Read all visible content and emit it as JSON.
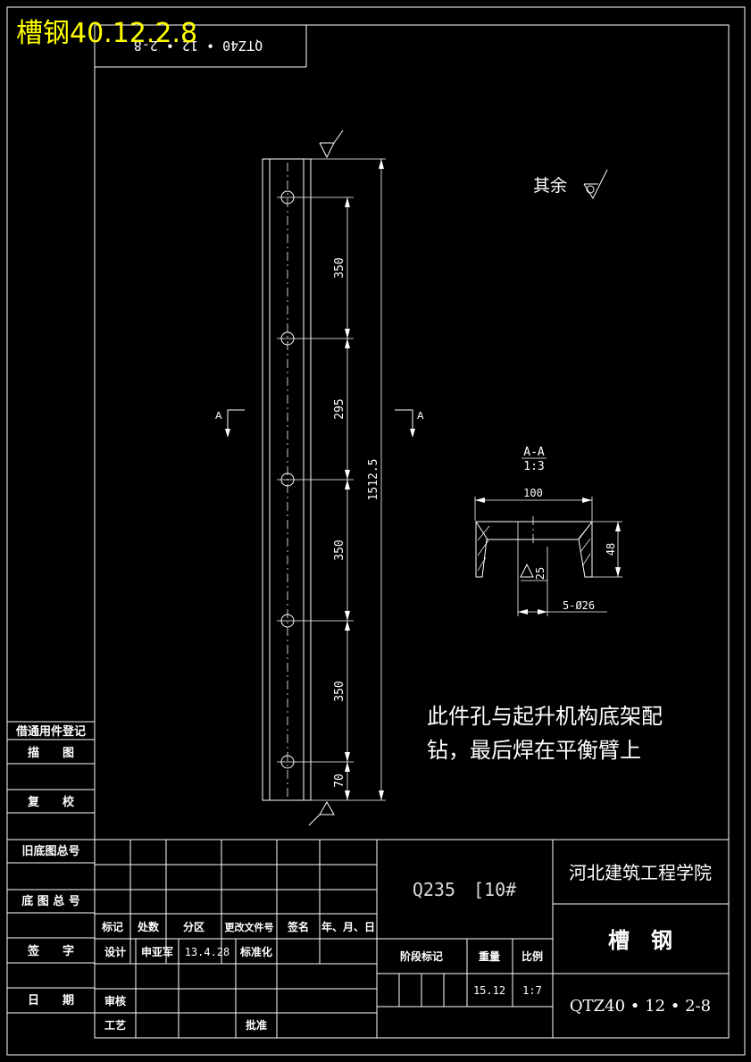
{
  "header_overlay": "槽钢40.12.2.8",
  "corner_stamp": "QTZ40 • 12 • 2-8",
  "roughness_note": {
    "label": "其余"
  },
  "dimensions": {
    "d350_a": "350",
    "d295": "295",
    "d350_b": "350",
    "d350_c": "350",
    "d70": "70",
    "total": "1512.5"
  },
  "section": {
    "title": "A-A",
    "scale": "1:3",
    "width": "100",
    "height": "48",
    "slope": "25",
    "holes": "5-Ø26"
  },
  "section_marks": {
    "left": "A",
    "right": "A"
  },
  "note": {
    "line1": "此件孔与起升机构底架配",
    "line2": "钻，最后焊在平衡臂上"
  },
  "left_column": {
    "register": "借通用件登记",
    "trace": "描　　图",
    "check": "复　　校",
    "old_base": "旧底图总号",
    "base_no": "底 图 总 号",
    "sign": "签　　字",
    "date": "日　　期"
  },
  "title_block": {
    "material": "Q235　[10#",
    "school": "河北建筑工程学院",
    "part_name": "槽　钢",
    "drawing_no": "QTZ40 • 12 • 2-8",
    "col_mark": "标记",
    "col_count": "处数",
    "col_zone": "分区",
    "col_doc": "更改文件号",
    "col_sign": "签名",
    "col_date": "年、月、日",
    "design_label": "设计",
    "designer": "申亚军",
    "design_date": "13.4.28",
    "standard_label": "标准化",
    "review_label": "审核",
    "process_label": "工艺",
    "approve_label": "批准",
    "stage_label": "阶段标记",
    "weight_label": "重量",
    "scale_label": "比例",
    "weight": "15.12",
    "scale": "1:7"
  }
}
